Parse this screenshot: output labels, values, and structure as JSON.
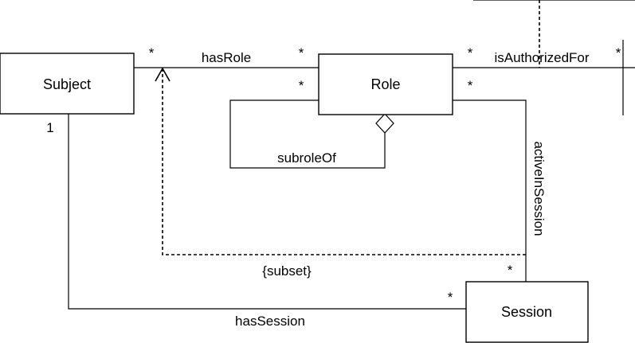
{
  "classes": {
    "subject": "Subject",
    "role": "Role",
    "session": "Session"
  },
  "associations": {
    "has_role": "hasRole",
    "is_authorized_for": "isAuthorizedFor",
    "subrole_of": "subroleOf",
    "active_in_session": "activeInSession",
    "has_session": "hasSession"
  },
  "constraints": {
    "subset": "{subset}"
  },
  "multiplicities": {
    "subject_hasrole": "*",
    "role_hasrole": "*",
    "role_authorized": "*",
    "target_authorized": "*",
    "role_subrole": "*",
    "role_active": "*",
    "session_active": "*",
    "subject_session": "1",
    "session_hassession": "*"
  },
  "colors": {
    "line": "#000000",
    "background": "#ffffff"
  }
}
